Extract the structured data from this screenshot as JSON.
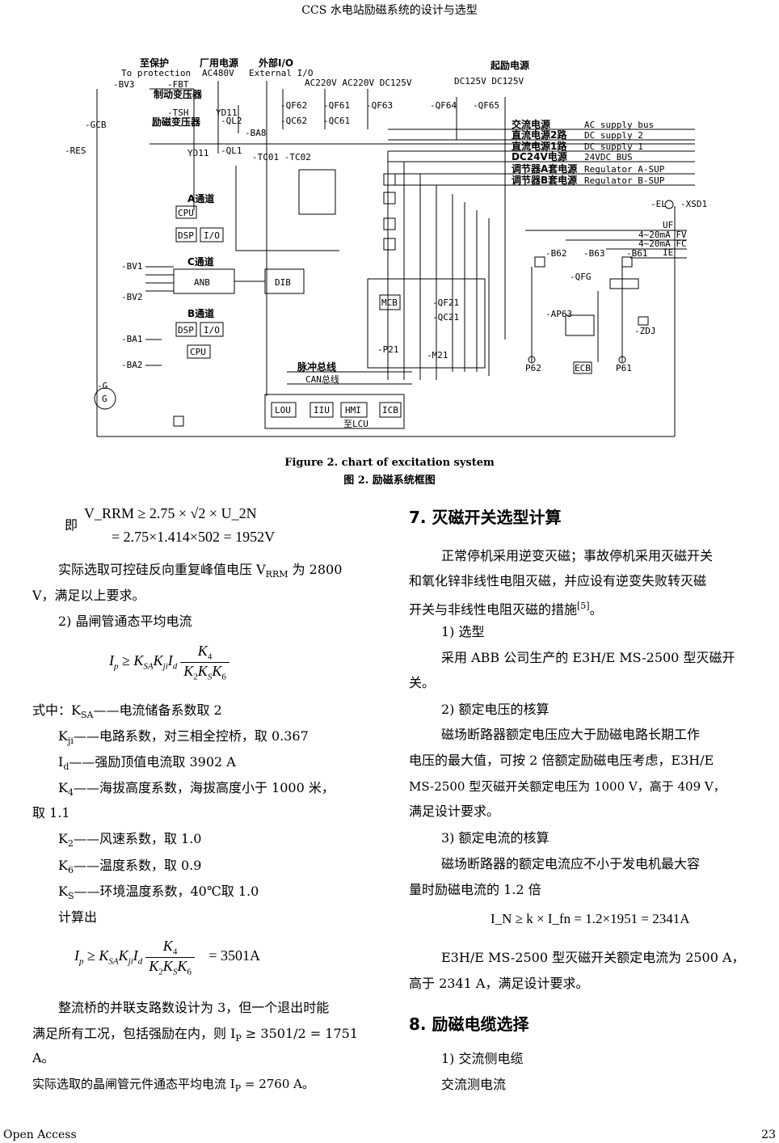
{
  "header": "CCS 水电站励磁系统的设计与选型",
  "footer": {
    "left": "Open Access",
    "page": "23"
  },
  "figure": {
    "caption_en": "Figure 2. chart of excitation system",
    "caption_cn": "图 2. 励磁系统框图",
    "labels": {
      "to_protection_cn": "至保护",
      "to_protection_en": "To protection",
      "aux_power_cn": "厂用电源",
      "aux_power_en": "AC480V",
      "external_io_cn": "外部I/O",
      "external_io_en": "External I/O",
      "ac_dc_supplies": "AC220V AC220V DC125V",
      "bv3": "-BV3",
      "fbt": "-FBT",
      "brake_tr": "制动变压器",
      "tsh": "-TSH",
      "yd11a": "YD11",
      "exc_tr": "励磁变压器",
      "ql2": "-QL2",
      "gcb": "-GCB",
      "ba8": "-BA8",
      "yd11b": "YD11",
      "ql1": "-QL1",
      "tc": "-TC01 -TC02",
      "res": "-RES",
      "qf62": "-QF62",
      "qf61": "-QF61",
      "qf63": "-QF63",
      "qc62": "-QC62",
      "qc61": "-QC61",
      "field_flash": "起励电源",
      "dc125": "DC125V  DC125V",
      "qf64": "-QF64",
      "qf65": "-QF65",
      "bus": [
        {
          "cn": "交流电源",
          "en": "AC supply bus"
        },
        {
          "cn": "直流电源2路",
          "en": "DC supply 2"
        },
        {
          "cn": "直流电源1路",
          "en": "DC supply 1"
        },
        {
          "cn": "DC24V电源",
          "en": "24VDC BUS"
        },
        {
          "cn": "调节器A套电源",
          "en": "Regulator A-SUP"
        },
        {
          "cn": "调节器B套电源",
          "en": "Regulator B-SUP"
        }
      ],
      "el": "-EL",
      "xsd1": "-XSD1",
      "uf": "UF",
      "fv": "4~20mA FV",
      "fc": "4~20mA FC",
      "ie": "IE",
      "b62": "-B62",
      "b63": "-B63",
      "b61": "-B61",
      "qfg": "-QFG",
      "ap63": "-AP63",
      "zdj": "-ZDJ",
      "p62": "P62",
      "ecb": "ECB",
      "p61": "P61",
      "ch_a": "A通道",
      "ch_b": "B通道",
      "ch_c": "C通道",
      "cpu": "CPU",
      "dsp": "DSP",
      "io": "I/O",
      "anb": "ANB",
      "dib": "DIB",
      "bv1": "-BV1",
      "bv2": "-BV2",
      "ba1": "-BA1",
      "ba2": "-BA2",
      "g": "-G",
      "gen": "G",
      "pulse_bus": "脉冲总线",
      "can_bus": "CAN总线",
      "lou": "LOU",
      "iiu": "IIU",
      "hmi": "HMI",
      "icb": "ICB",
      "to_lcu": "至LCU",
      "mcb": "MCB",
      "qf21": "-QF21",
      "qc21": "-QC21",
      "p21": "-P21",
      "m21": "-M21"
    }
  },
  "left": {
    "eq1_prefix": "即",
    "eq1_line1": "V_RRM ≥ 2.75 × √2 × U_2N",
    "eq1_line2": "= 2.75×1.414×502 = 1952V",
    "p1a": "实际选取可控硅反向重复峰值电压 V",
    "p1sub": "RRM",
    "p1b": " 为 2800",
    "p1c": "V，满足以上要求。",
    "item2": "2)  晶闸管通态平均电流",
    "where": [
      {
        "sym": "K",
        "sub": "SA",
        "text": "——电流储备系数取 2"
      },
      {
        "sym": "K",
        "sub": "ji",
        "text": "——电路系数，对三相全控桥，取 0.367"
      },
      {
        "sym": "I",
        "sub": "d",
        "text": "——强励顶值电流取 3902 A"
      },
      {
        "sym": "K",
        "sub": "4",
        "text": "——海拔高度系数，海拔高度小于 1000 米，"
      },
      {
        "sym": "K",
        "sub": "2",
        "text": "——风速系数，取 1.0"
      },
      {
        "sym": "K",
        "sub": "6",
        "text": "——温度系数，取 0.9"
      },
      {
        "sym": "K",
        "sub": "S",
        "text": "——环境温度系数，40℃取 1.0"
      }
    ],
    "where_prefix": "式中：",
    "k4_cont": "取 1.1",
    "calc": "计算出",
    "eq3_result": "= 3501A",
    "p2a": "整流桥的并联支路数设计为 3，但一个退出时能",
    "p2b": "满足所有工况，包括强励在内，则 I",
    "p2b_sub": "P",
    "p2b_end": " ≥ 3501/2 = 1751",
    "p2c": "A。",
    "p3": "实际选取的晶闸管元件通态平均电流 I",
    "p3_sub": "P",
    "p3_end": " = 2760 A。"
  },
  "right": {
    "h7": "7.  灭磁开关选型计算",
    "p1": [
      "正常停机采用逆变灭磁；事故停机采用灭磁开关",
      "和氧化锌非线性电阻灭磁，并应设有逆变失败转灭磁",
      "开关与非线性电阻灭磁的措施"
    ],
    "ref": "[5]",
    "p1_end": "。",
    "s1": "1)  选型",
    "p2": [
      "采用 ABB 公司生产的 E3H/E MS-2500 型灭磁开",
      "关。"
    ],
    "s2": "2)  额定电压的核算",
    "p3": [
      "磁场断路器额定电压应大于励磁电路长期工作",
      "电压的最大值，可按 2 倍额定励磁电压考虑，E3H/E",
      "MS-2500 型灭磁开关额定电压为 1000 V，高于 409 V，",
      "满足设计要求。"
    ],
    "s3": "3)  额定电流的核算",
    "p4": [
      "磁场断路器的额定电流应不小于发电机最大容",
      "量时励磁电流的 1.2 倍"
    ],
    "eq": "I_N ≥ k × I_fn = 1.2×1951 = 2341A",
    "p5": [
      "E3H/E MS-2500 型灭磁开关额定电流为 2500 A，",
      "高于 2341 A，满足设计要求。"
    ],
    "h8": "8.  励磁电缆选择",
    "s4": "1)  交流侧电缆",
    "p6": "交流测电流"
  }
}
